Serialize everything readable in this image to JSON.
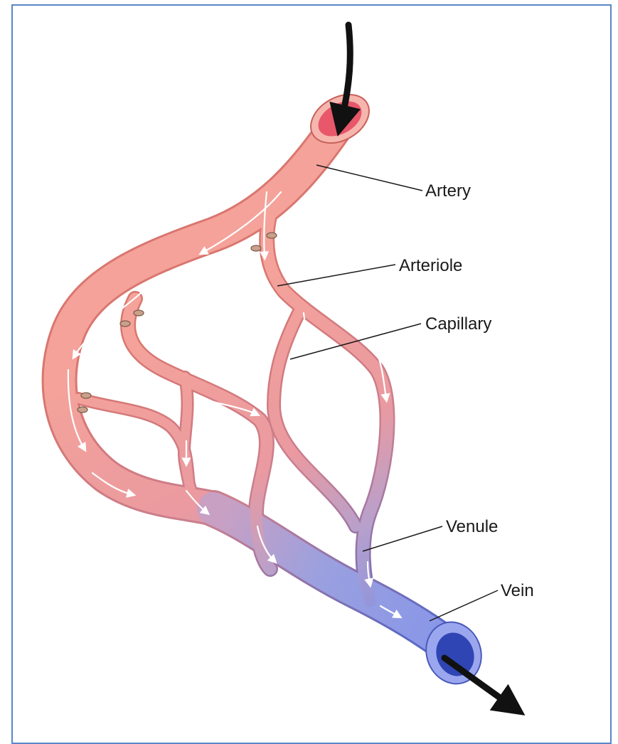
{
  "labels": {
    "artery": "Artery",
    "arteriole": "Arteriole",
    "capillary": "Capillary",
    "venule": "Venule",
    "vein": "Vein"
  },
  "colors": {
    "arterial": "#f29a92",
    "arterial_dark": "#d86a66",
    "venous": "#7f8ee0",
    "venous_dark": "#4f5fc0",
    "frame_border": "#5a86c8",
    "flow_arrow": "#ffffff",
    "sphincter": "#c9a08a"
  }
}
